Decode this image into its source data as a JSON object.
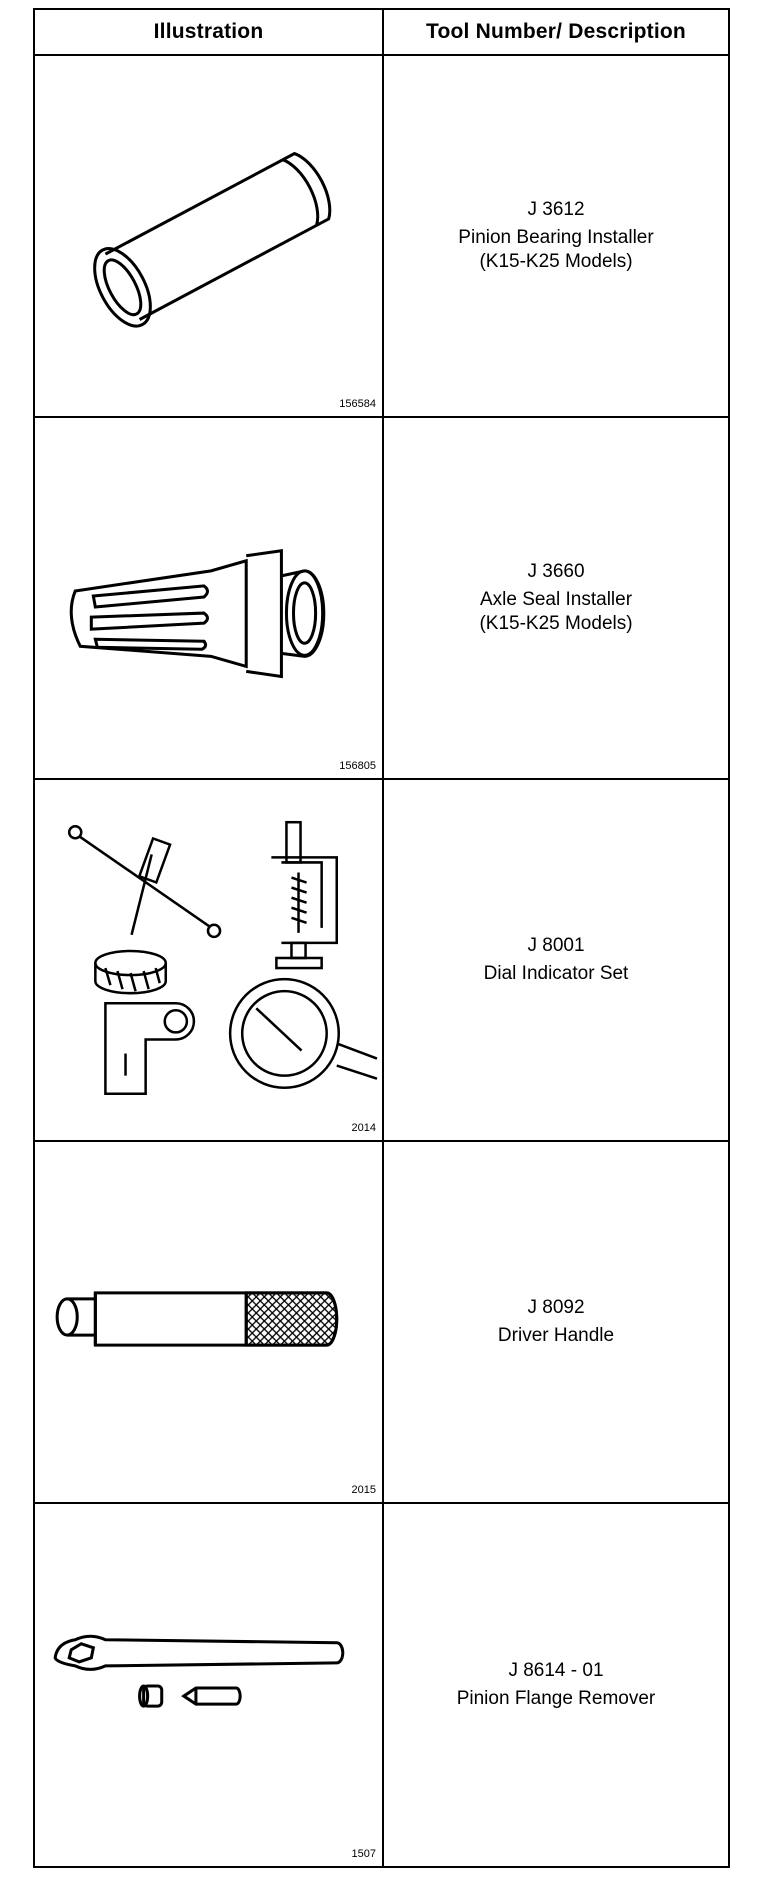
{
  "table": {
    "headers": {
      "illustration": "Illustration",
      "description": "Tool Number/ Description"
    },
    "rows": [
      {
        "figure_id": "156584",
        "tool_number": "J 3612",
        "description_lines": [
          "Pinion Bearing Installer",
          "(K15-K25 Models)"
        ]
      },
      {
        "figure_id": "156805",
        "tool_number": "J 3660",
        "description_lines": [
          "Axle Seal Installer",
          "(K15-K25 Models)"
        ]
      },
      {
        "figure_id": "2014",
        "tool_number": "J 8001",
        "description_lines": [
          "Dial Indicator Set"
        ]
      },
      {
        "figure_id": "2015",
        "tool_number": "J 8092",
        "description_lines": [
          "Driver Handle"
        ]
      },
      {
        "figure_id": "1507",
        "tool_number": "J 8614 - 01",
        "description_lines": [
          "Pinion Flange Remover"
        ]
      }
    ]
  }
}
